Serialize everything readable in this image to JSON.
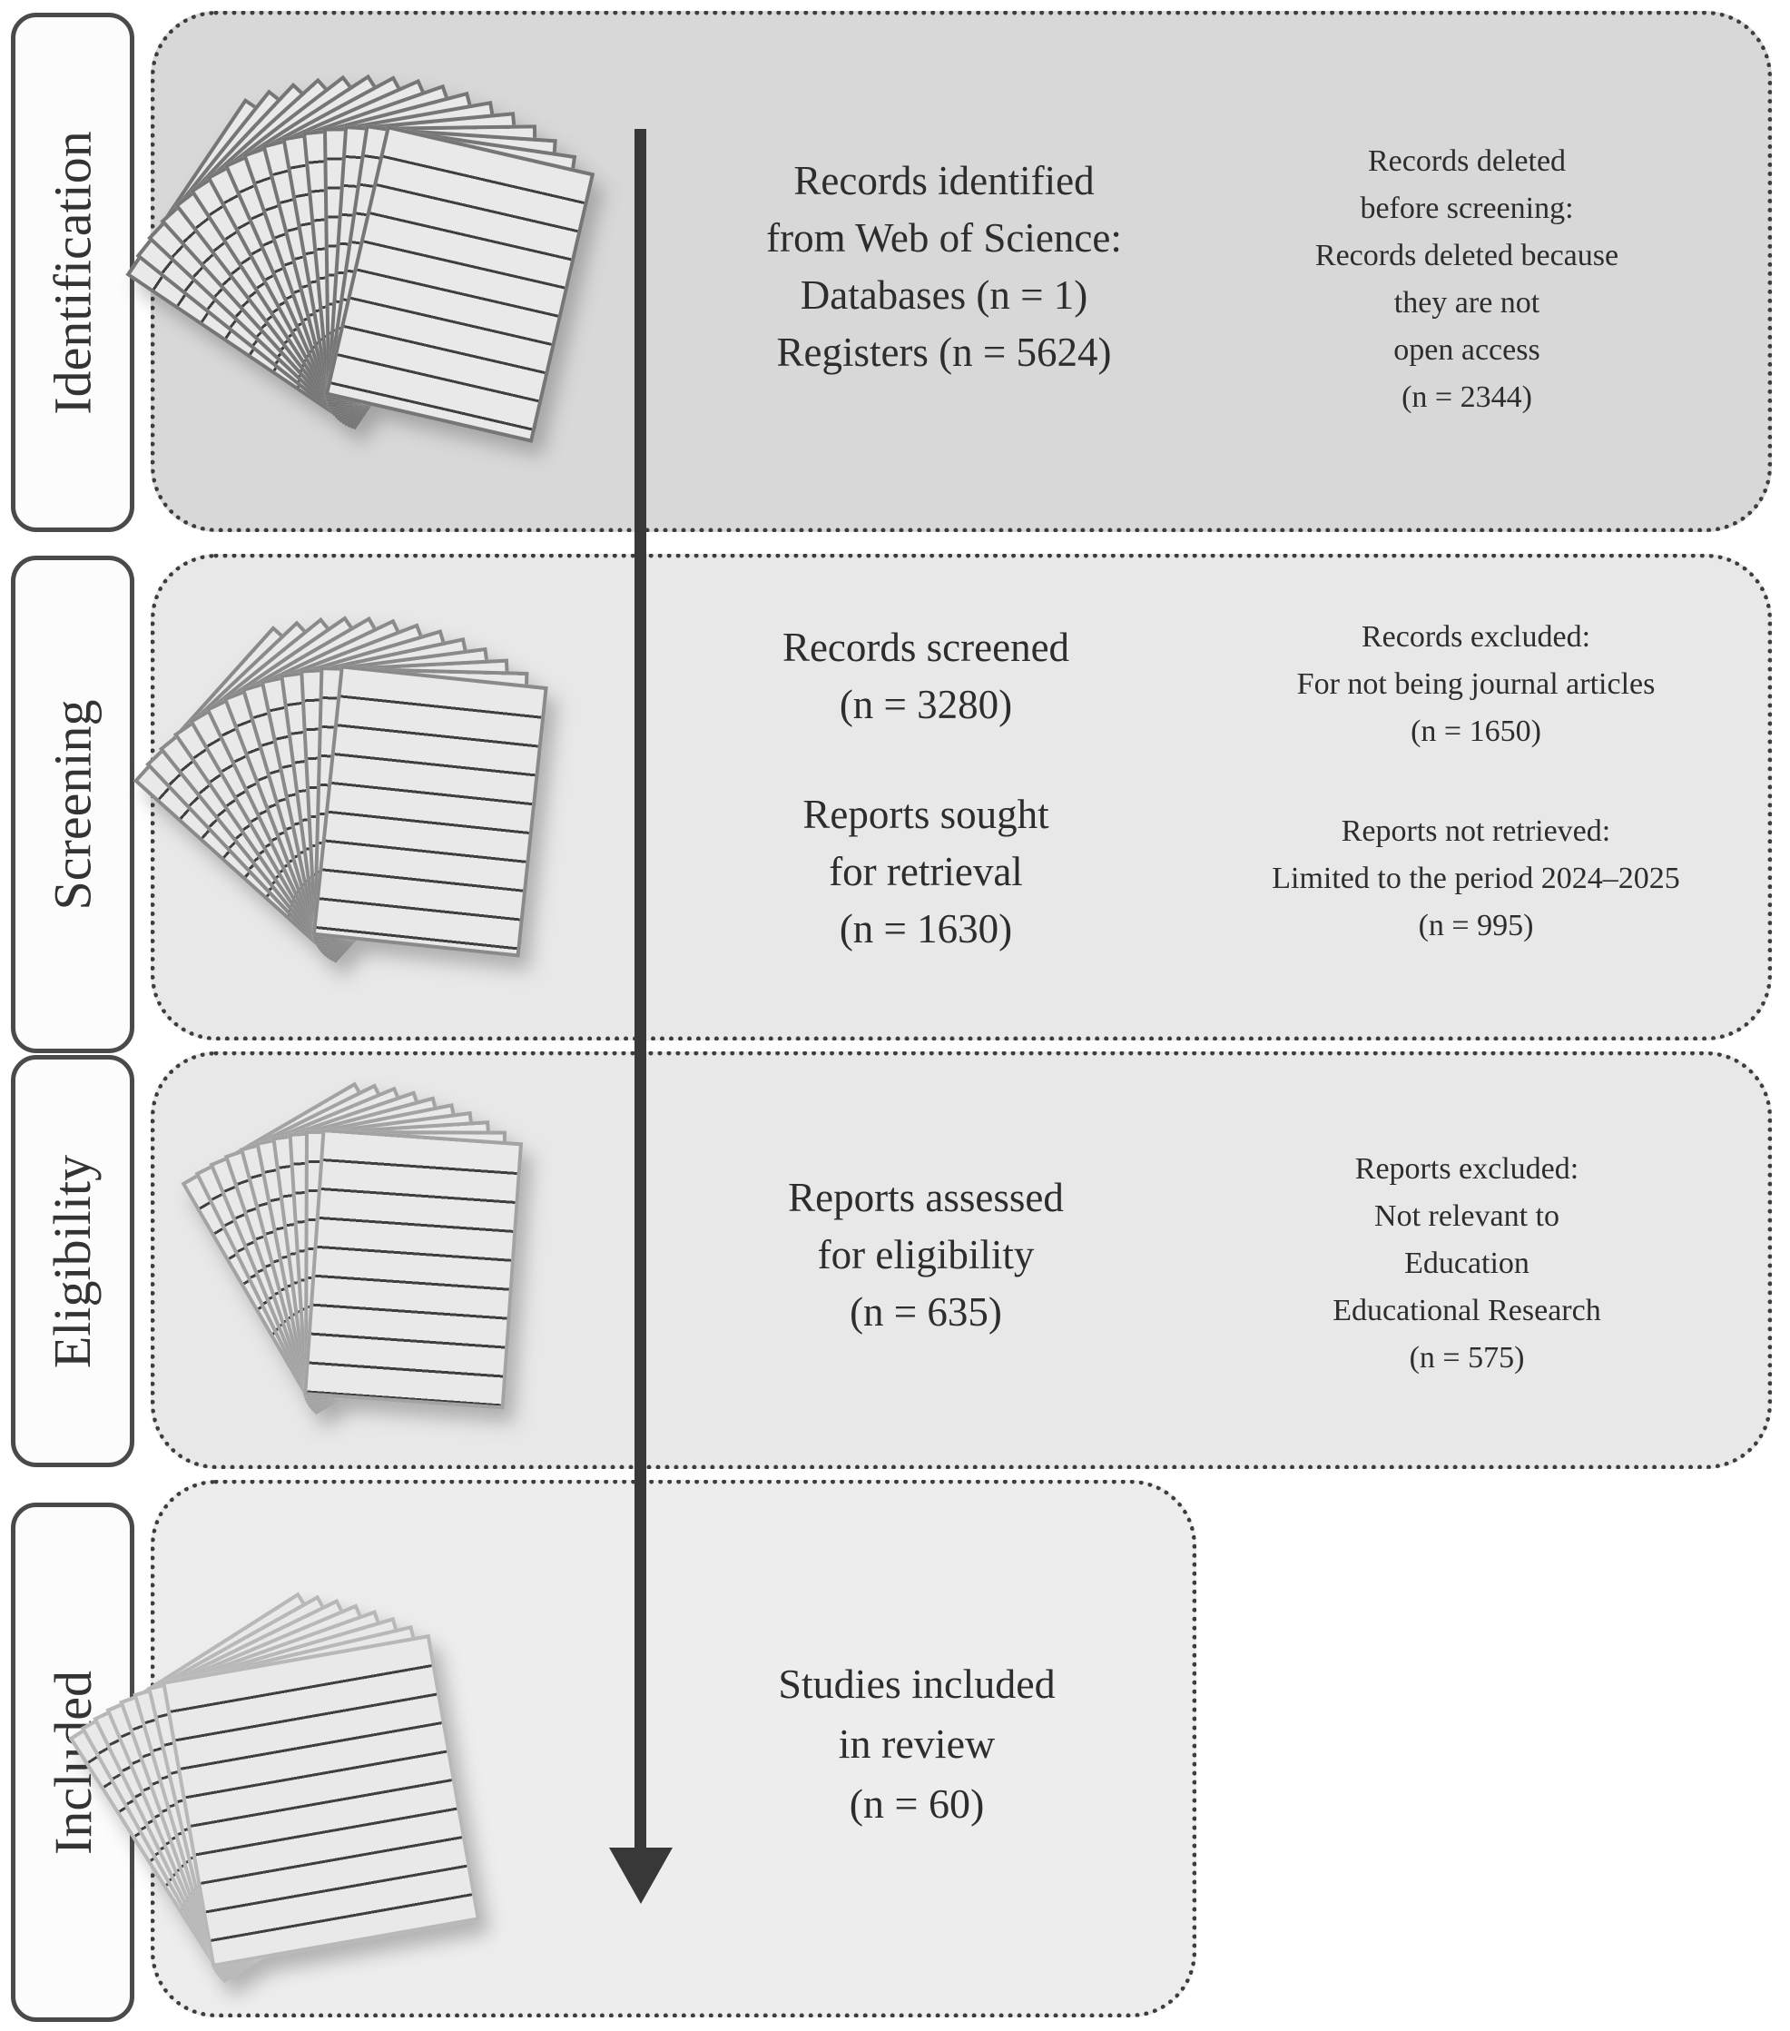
{
  "colors": {
    "identification_box_fill": "#d8d8d8",
    "screening_box_fill": "#e8e8e8",
    "eligibility_box_fill": "#e8e8e8",
    "included_box_fill": "#ededed",
    "dotted_border": "#3d3d3d",
    "label_box_border": "#4a4a4a",
    "label_box_fill": "#fcfcfc",
    "text": "#2d2d2d",
    "arrow": "#383838",
    "paper_fill": "#e9e9e9",
    "paper_line": "#3f3f3f"
  },
  "arrow_icon": "down-arrow",
  "stages": [
    {
      "label": "Identification",
      "icon": "lined-papers-fan-icon",
      "main_lines": [
        "Records identified",
        "from Web of Science:",
        "Databases (n = 1)",
        "Registers (n = 5624)"
      ],
      "side_lines": [
        "Records deleted",
        "before screening:",
        "Records deleted because",
        "they are not",
        "open access",
        "(n = 2344)"
      ]
    },
    {
      "label": "Screening",
      "icon": "lined-papers-fan-icon",
      "main_blocks": [
        [
          "Records screened",
          "(n = 3280)"
        ],
        [
          "Reports sought",
          "for retrieval",
          "(n = 1630)"
        ]
      ],
      "side_blocks": [
        [
          "Records excluded:",
          "For not being journal articles",
          "(n = 1650)"
        ],
        [
          "Reports not retrieved:",
          "Limited to the period 2024–2025",
          "(n = 995)"
        ]
      ]
    },
    {
      "label": "Eligibility",
      "icon": "lined-papers-fan-icon",
      "main_lines": [
        "Reports assessed",
        "for eligibility",
        "(n = 635)"
      ],
      "side_lines": [
        "Reports excluded:",
        "Not relevant to",
        "Education",
        "Educational Research",
        "(n = 575)"
      ]
    },
    {
      "label": "Included",
      "icon": "lined-papers-stack-icon",
      "main_lines": [
        "Studies included",
        "in review",
        "(n = 60)"
      ]
    }
  ]
}
